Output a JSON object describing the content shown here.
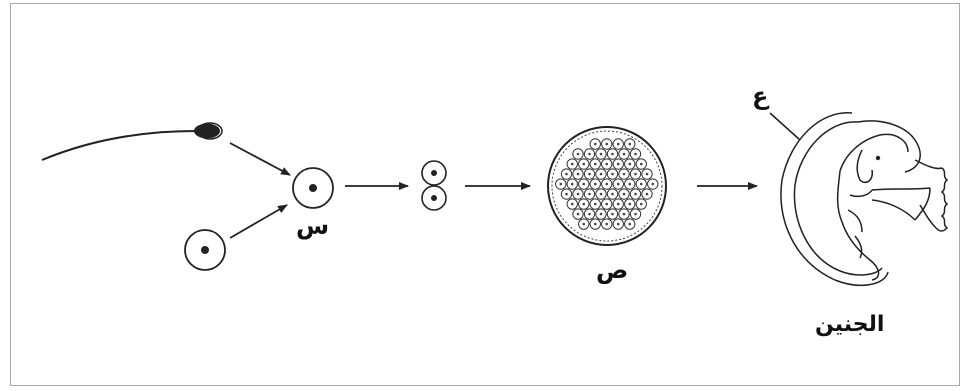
{
  "diagram": {
    "labels": {
      "zygote": "س",
      "blastula": "ص",
      "membrane": "ع",
      "embryo": "الجنين"
    },
    "colors": {
      "stroke": "#222222",
      "border": "#a8a8a8",
      "background": "#ffffff"
    }
  }
}
